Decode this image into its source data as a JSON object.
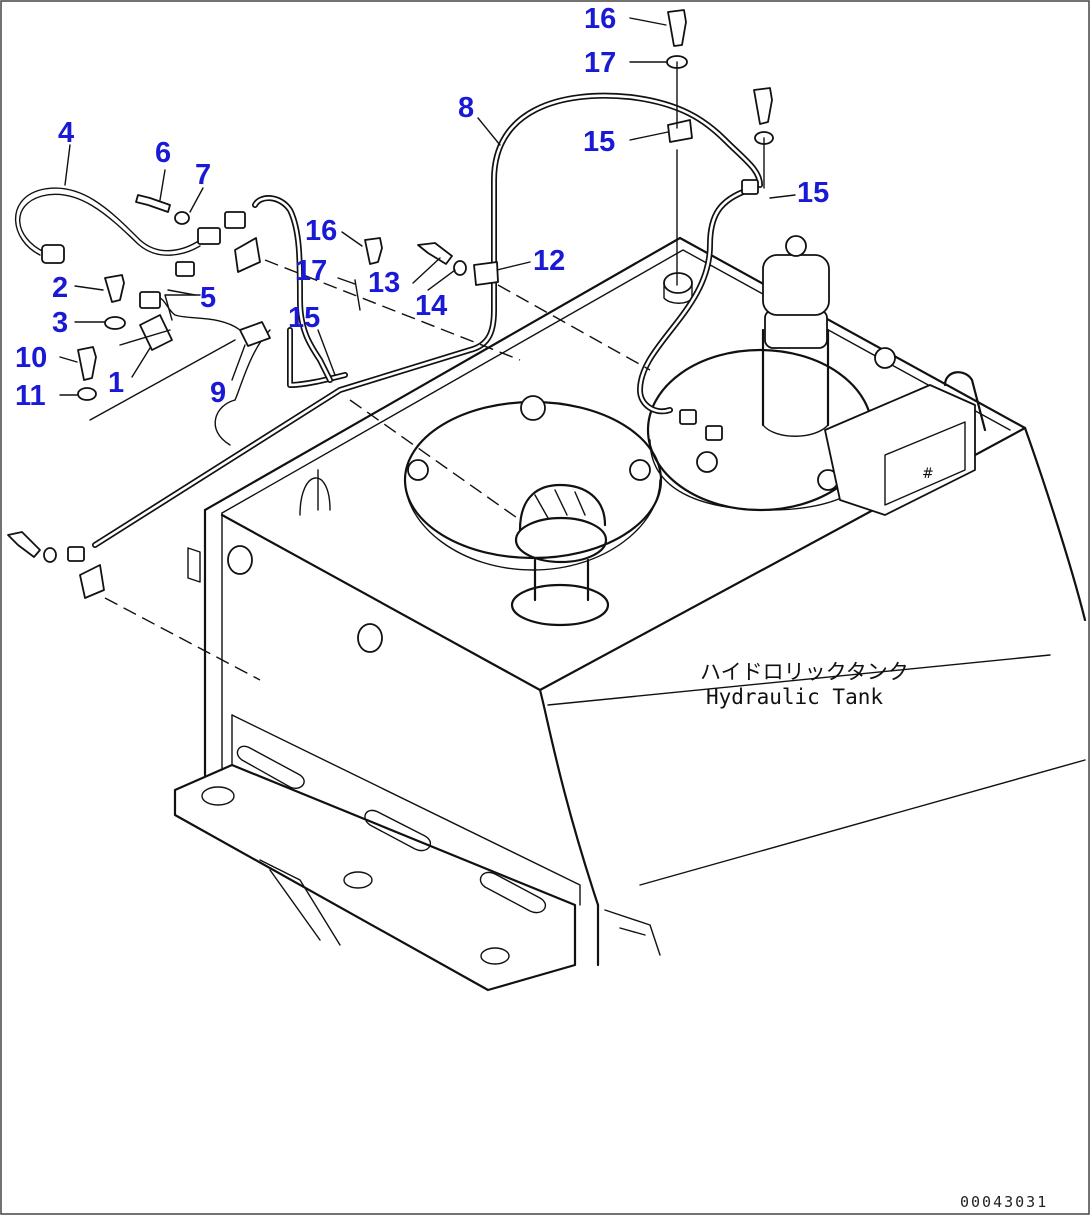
{
  "diagram": {
    "callouts": [
      {
        "id": "c1",
        "label": "1"
      },
      {
        "id": "c2",
        "label": "2"
      },
      {
        "id": "c3",
        "label": "3"
      },
      {
        "id": "c4",
        "label": "4"
      },
      {
        "id": "c5",
        "label": "5"
      },
      {
        "id": "c6",
        "label": "6"
      },
      {
        "id": "c7",
        "label": "7"
      },
      {
        "id": "c8",
        "label": "8"
      },
      {
        "id": "c9",
        "label": "9"
      },
      {
        "id": "c10",
        "label": "10"
      },
      {
        "id": "c11",
        "label": "11"
      },
      {
        "id": "c12",
        "label": "12"
      },
      {
        "id": "c13",
        "label": "13"
      },
      {
        "id": "c14",
        "label": "14"
      },
      {
        "id": "c15a",
        "label": "15"
      },
      {
        "id": "c15b",
        "label": "15"
      },
      {
        "id": "c15c",
        "label": "15"
      },
      {
        "id": "c16a",
        "label": "16"
      },
      {
        "id": "c16b",
        "label": "16"
      },
      {
        "id": "c17a",
        "label": "17"
      },
      {
        "id": "c17b",
        "label": "17"
      }
    ],
    "tank_label_jp": "ハイドロリックタンク",
    "tank_label_en": "Hydraulic Tank",
    "drawing_number": "00043031"
  },
  "colors": {
    "callout": "#1a1ad6",
    "line": "#111111",
    "background": "#ffffff"
  }
}
